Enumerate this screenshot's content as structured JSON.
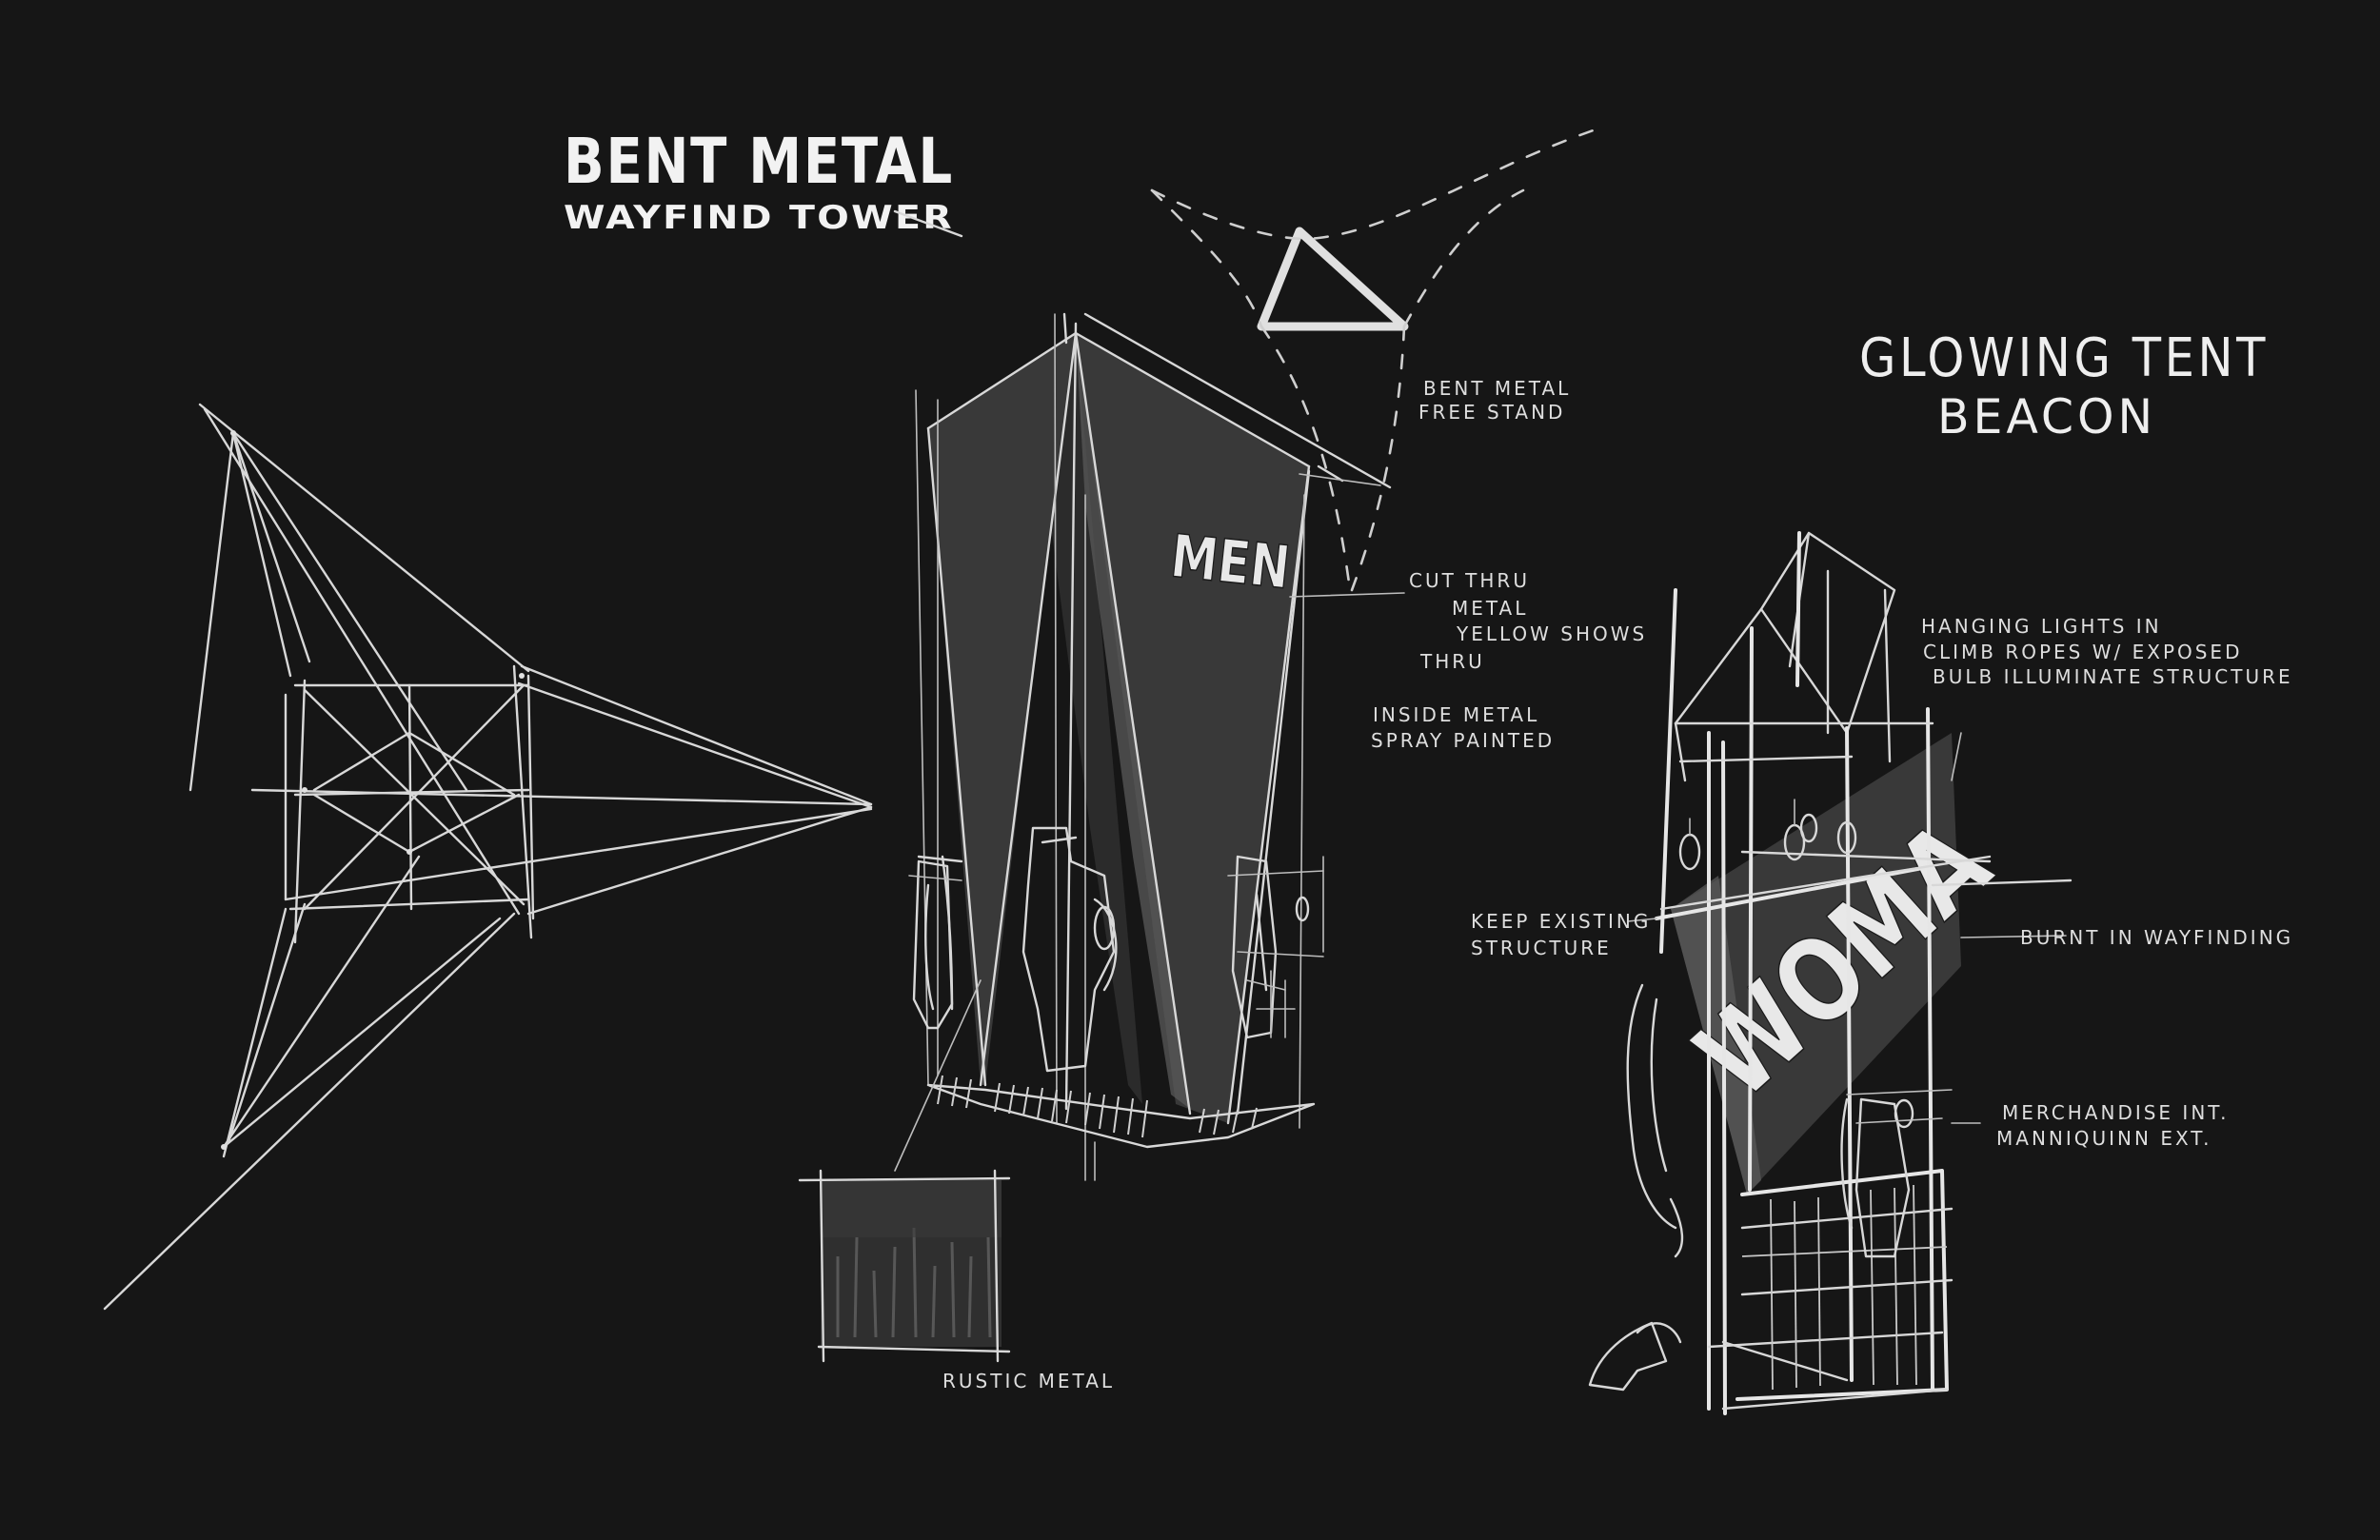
{
  "titles": {
    "bent_metal_line1": "BENT METAL",
    "bent_metal_line2": "WAYFIND TOWER",
    "glowing_line1": "GLOWING TENT",
    "glowing_line2": "BEACON"
  },
  "signage": {
    "tower_sign": "MEN",
    "tent_sign": "WOMA"
  },
  "notes": {
    "free_stand_1": "BENT METAL",
    "free_stand_2": "FREE STAND",
    "cut_thru_1": "CUT THRU",
    "cut_thru_2": "METAL",
    "cut_thru_3": "YELLOW SHOWS",
    "cut_thru_4": "THRU",
    "inside_1": "INSIDE METAL",
    "inside_2": "SPRAY PAINTED",
    "rustic": "RUSTIC METAL",
    "hanging_1": "HANGING LIGHTS IN",
    "hanging_2": "CLIMB ROPES W/ EXPOSED",
    "hanging_3": "BULB ILLUMINATE STRUCTURE",
    "keep_1": "KEEP EXISTING",
    "keep_2": "STRUCTURE",
    "burnt": "BURNT IN WAYFINDING",
    "merch_1": "MERCHANDISE INT.",
    "merch_2": "MANNIQUINN EXT."
  },
  "colors": {
    "background": "#161616",
    "ink": "#e6e6e6",
    "panel": "#3b3b3b"
  }
}
